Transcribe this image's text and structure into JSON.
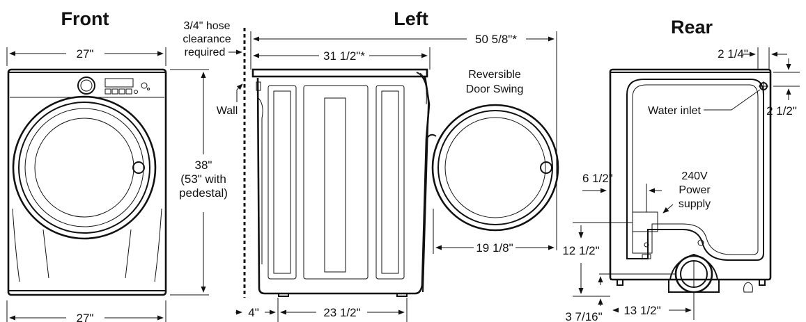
{
  "titles": {
    "front": "Front",
    "left": "Left",
    "rear": "Rear"
  },
  "labels": {
    "hose_line1": "3/4\" hose",
    "hose_line2": "clearance",
    "hose_line3": "required",
    "wall": "Wall",
    "height_line1": "38\"",
    "height_line2": "(53\" with",
    "height_line3": "pedestal)",
    "door_line1": "Reversible",
    "door_line2": "Door Swing",
    "water_inlet": "Water inlet",
    "power_line1": "240V",
    "power_line2": "Power",
    "power_line3": "supply"
  },
  "dimensions": {
    "front_width_top": "27\"",
    "front_width_bottom": "27\"",
    "total_depth": "50 5/8\"*",
    "body_depth": "31 1/2\"*",
    "door_depth": "19 1/8\"",
    "wall_gap": "4\"",
    "foot_span": "23 1/2\"",
    "inlet_side": "2 1/4\"",
    "inlet_top": "2 1/2\"",
    "power_side": "6 1/2\"",
    "power_height": "12 1/2\"",
    "exhaust_height": "3 7/16\"",
    "exhaust_side": "13 1/2\""
  }
}
